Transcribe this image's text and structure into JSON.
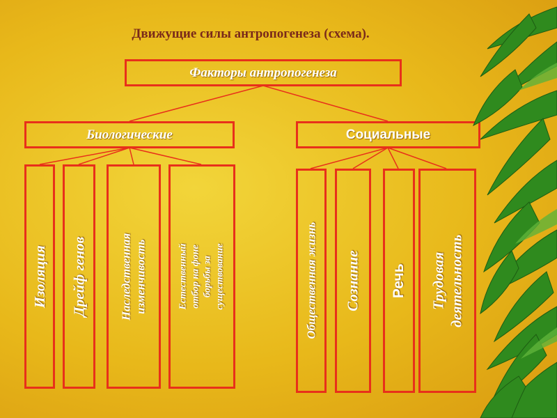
{
  "title": "Движущие силы антропогенеза (схема).",
  "root": "Факторы антропогенеза",
  "branches": {
    "biological": {
      "label": "Биологические",
      "items": [
        "Изоляция",
        "Дрейф генов",
        "Наследственная изменчивость",
        "Естественный отбор на фоне борьбы за существование"
      ]
    },
    "social": {
      "label": "Социальные",
      "items": [
        "Общественная жизнь",
        "Сознание",
        "Речь",
        "Трудовая деятельность"
      ]
    }
  },
  "colors": {
    "background": "#e8b81a",
    "box_border": "#e8301a",
    "connector": "#e8301a",
    "title_text": "#7a2a1a",
    "box_text": "#ffffff",
    "foliage": "#2f8a1e"
  }
}
